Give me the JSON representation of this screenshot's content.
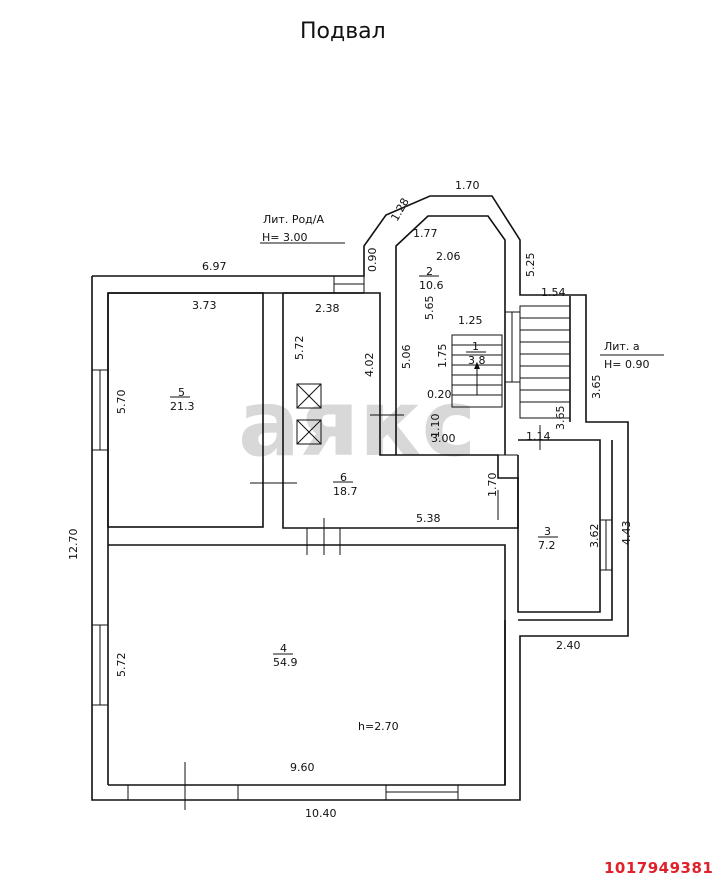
{
  "title": "Подвал",
  "watermark": "аякс",
  "listing_id": "1017949381",
  "annotations": {
    "lit_main": "Лит.  Род/А",
    "h_main": "Н=  3.00",
    "lit_a": "Лит.  а",
    "h_a": "Н=  0.90",
    "ceiling": "h=2.70"
  },
  "rooms": [
    {
      "num": "5",
      "area": "21.3"
    },
    {
      "num": "6",
      "area": "18.7"
    },
    {
      "num": "2",
      "area": "10.6"
    },
    {
      "num": "1",
      "area": "3.8"
    },
    {
      "num": "3",
      "area": "7.2"
    },
    {
      "num": "4",
      "area": "54.9"
    }
  ],
  "dimensions": {
    "top_tower": "1.70",
    "tower_diag": "1.28",
    "tower_in_top": "1.77",
    "tower_left": "0.90",
    "tower_in_w": "2.06",
    "tower_right": "5.25",
    "top_left": "6.97",
    "r5_w": "3.73",
    "r6_top": "2.38",
    "r2_h": "5.65",
    "stair_top": "1.54",
    "stair_w": "1.25",
    "r6_h": "5.72",
    "r6_in": "4.02",
    "tower_in_h": "5.06",
    "stair_h": "1.75",
    "lit_a_h": "3.65",
    "r5_h": "5.70",
    "stair_d": "0.20",
    "r1_h": "1.10",
    "porch_in": "3.65",
    "porch_w": "1.14",
    "r6_bot": "3.00",
    "r6_step": "1.70",
    "r6_w": "5.38",
    "overall_h": "12.70",
    "r3_h": "3.62",
    "r3_out": "4.43",
    "r4_h": "5.72",
    "r3_bot": "2.40",
    "r4_w": "9.60",
    "overall_w": "10.40"
  }
}
